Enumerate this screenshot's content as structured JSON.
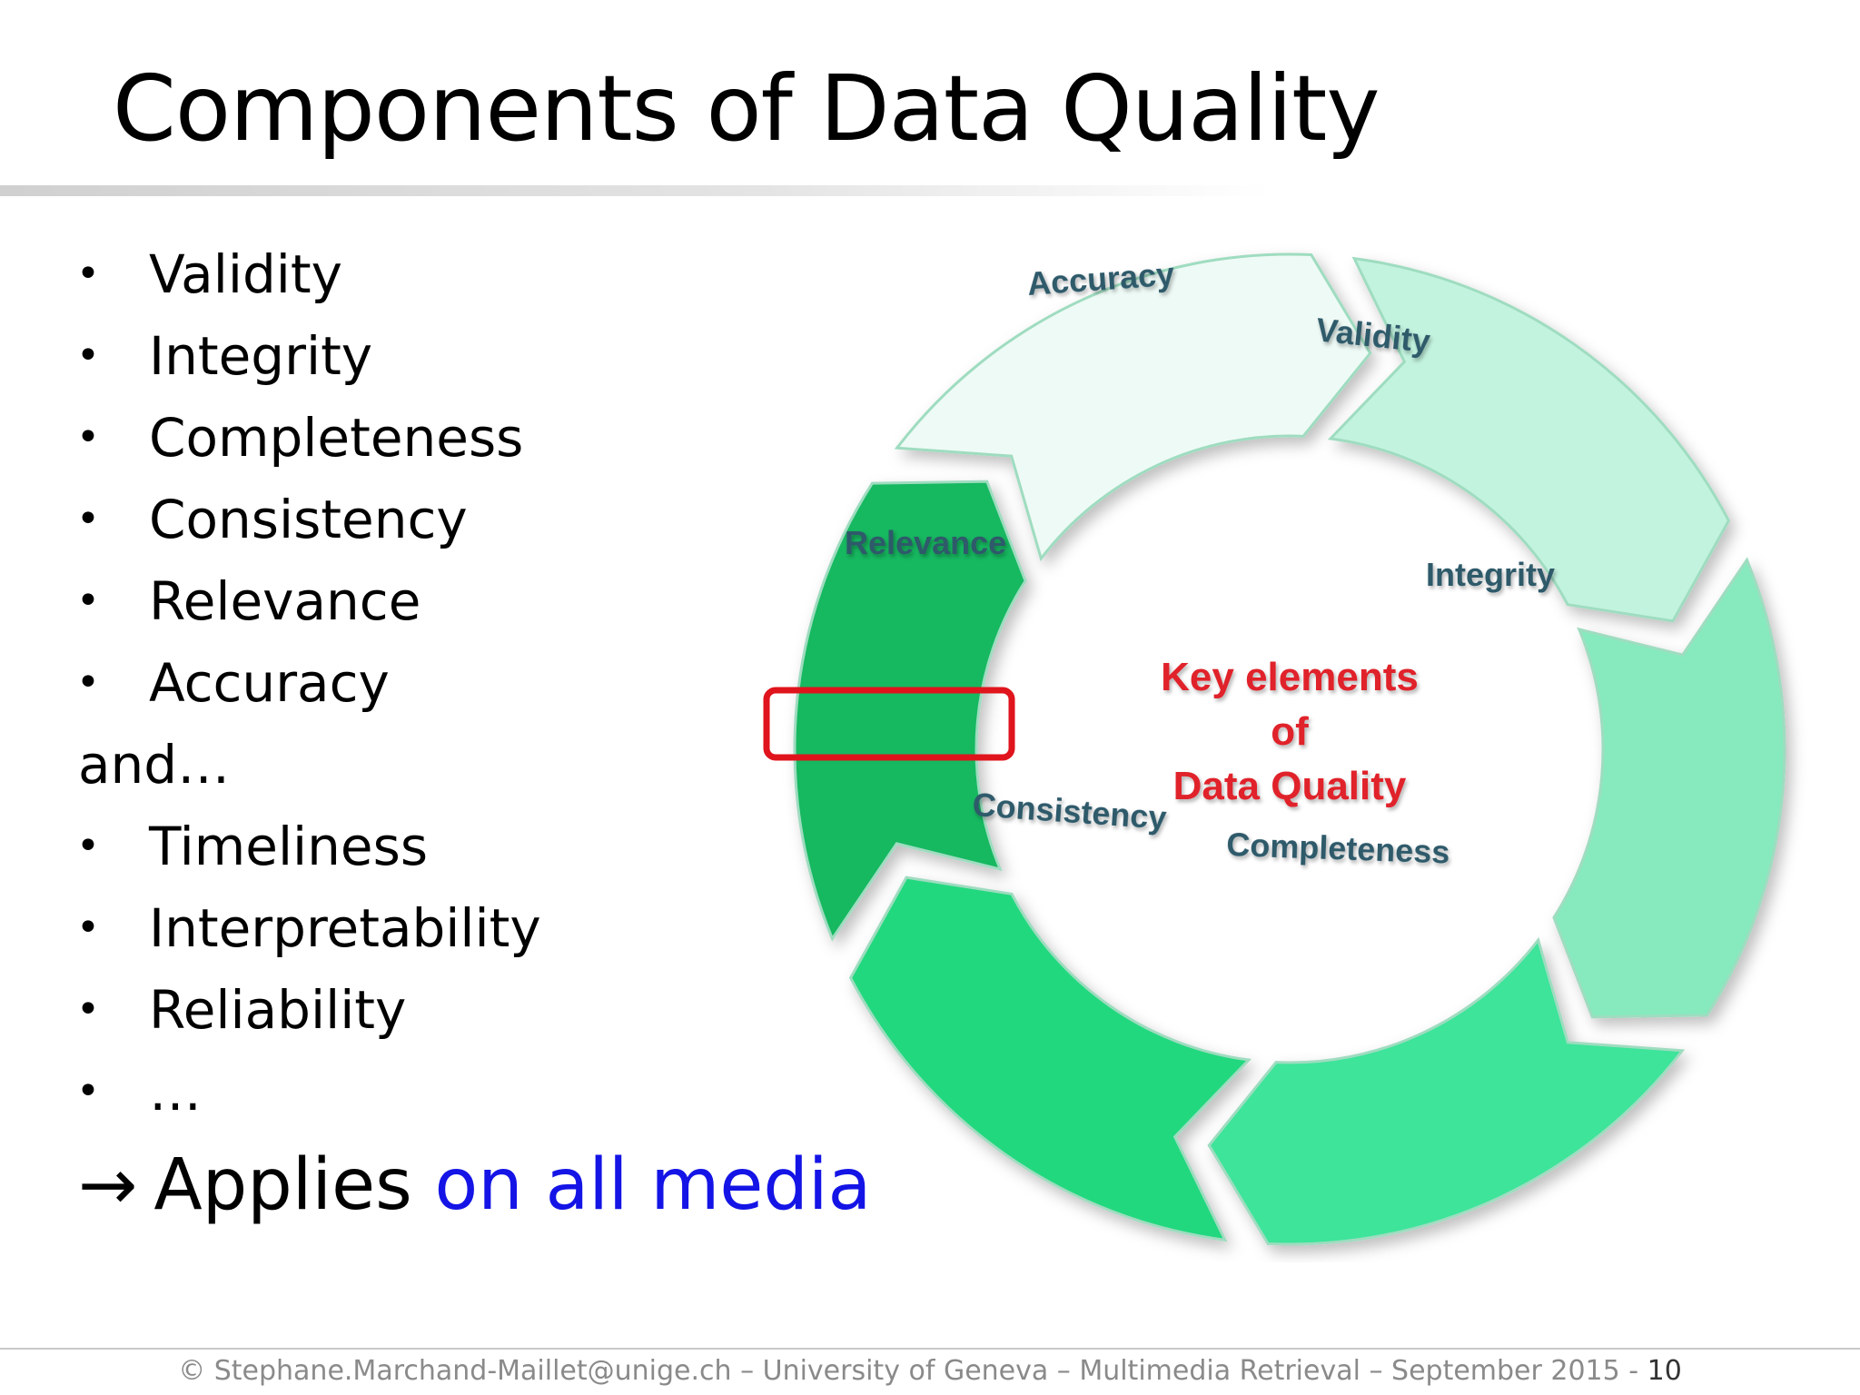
{
  "slide": {
    "title": "Components of Data Quality"
  },
  "bullets": {
    "items": [
      "Validity",
      "Integrity",
      "Completeness",
      "Consistency",
      "Relevance",
      "Accuracy"
    ],
    "and_label": "and…",
    "extra_items": [
      "Timeliness",
      "Interpretability",
      "Reliability",
      "…"
    ],
    "bullet_glyph": "•"
  },
  "conclusion": {
    "arrow": "→",
    "prefix": "Applies",
    "emphasis": "on all media",
    "emphasis_color": "#1414e6"
  },
  "diagram": {
    "center_lines": [
      "Key elements",
      "of",
      "Data Quality"
    ],
    "center_color": "#e0202a",
    "highlight_color": "#e0141c",
    "segments": [
      {
        "label": "Accuracy",
        "color": "#eefaf6"
      },
      {
        "label": "Validity",
        "color": "#c2f3df"
      },
      {
        "label": "Integrity",
        "color": "#86eabe"
      },
      {
        "label": "Completeness",
        "color": "#3ee49a"
      },
      {
        "label": "Consistency",
        "color": "#22d87e"
      },
      {
        "label": "Relevance",
        "color": "#16b860"
      }
    ],
    "highlighted": "Relevance"
  },
  "footer": {
    "text": "© Stephane.Marchand-Maillet@unige.ch – University of  Geneva – Multimedia Retrieval – September 2015 - ",
    "page": "10"
  }
}
